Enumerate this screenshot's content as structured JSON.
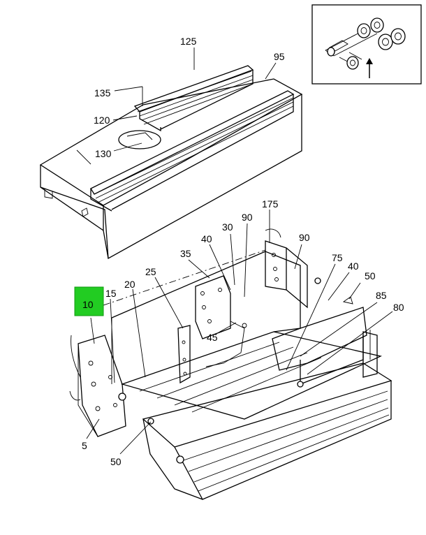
{
  "diagram": {
    "highlight_color": "#22cc22",
    "callouts": {
      "c125": "125",
      "c95": "95",
      "c135": "135",
      "c120": "120",
      "c130": "130",
      "c175": "175",
      "c40a": "40",
      "c30": "30",
      "c90a": "90",
      "c90b": "90",
      "c35": "35",
      "c75": "75",
      "c40b": "40",
      "c50a": "50",
      "c25": "25",
      "c20": "20",
      "c15": "15",
      "c10": "10",
      "c85": "85",
      "c80": "80",
      "c45": "45",
      "c5": "5",
      "c50b": "50"
    },
    "inset": {
      "arrow_icon": "up-arrow-icon"
    }
  }
}
